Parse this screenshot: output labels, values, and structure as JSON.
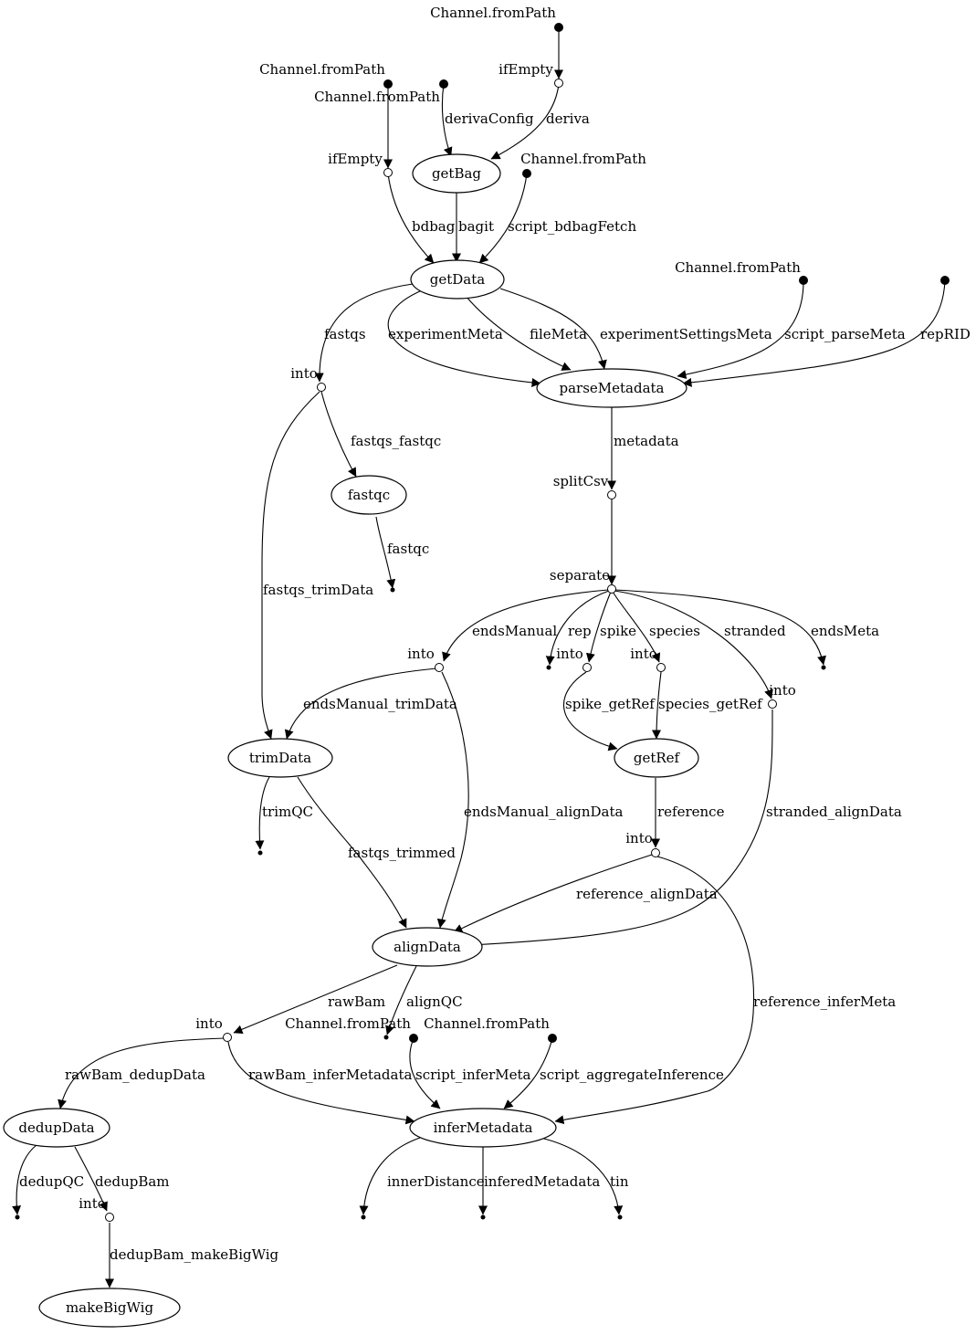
{
  "processes": {
    "getBag": "getBag",
    "getData": "getData",
    "parseMetadata": "parseMetadata",
    "fastqc": "fastqc",
    "trimData": "trimData",
    "getRef": "getRef",
    "alignData": "alignData",
    "dedupData": "dedupData",
    "inferMetadata": "inferMetadata",
    "makeBigWig": "makeBigWig"
  },
  "sources": {
    "cfp_top": "Channel.fromPath",
    "cfp_left": "Channel.fromPath",
    "cfp_left_b": "Channel.fromPath",
    "cfp_bdbag": "Channel.fromPath",
    "cfp_parse": "Channel.fromPath",
    "cfp_infer": "Channel.fromPath",
    "cfp_aggregate": "Channel.fromPath"
  },
  "operators": {
    "ifEmpty_deriva": "ifEmpty",
    "ifEmpty_bdbag": "ifEmpty",
    "into_fastqs": "into",
    "splitCsv": "splitCsv",
    "separate": "separate",
    "into_endsManual": "into",
    "into_spike": "into",
    "into_species": "into",
    "into_stranded": "into",
    "into_reference": "into",
    "into_rawBam": "into",
    "into_dedupBam": "into"
  },
  "edges": {
    "deriva": "deriva",
    "derivaConfig": "derivaConfig",
    "bdbag": "bdbag",
    "bagit": "bagit",
    "script_bdbagFetch": "script_bdbagFetch",
    "fastqs": "fastqs",
    "experimentMeta": "experimentMeta",
    "fileMeta": "fileMeta",
    "experimentSettingsMeta": "experimentSettingsMeta",
    "script_parseMeta": "script_parseMeta",
    "repRID": "repRID",
    "fastqs_fastqc": "fastqs_fastqc",
    "fastqc_out": "fastqc",
    "metadata": "metadata",
    "fastqs_trimData": "fastqs_trimData",
    "endsManual": "endsManual",
    "rep": "rep",
    "spike": "spike",
    "species": "species",
    "stranded": "stranded",
    "endsMeta": "endsMeta",
    "endsManual_trimData": "endsManual_trimData",
    "spike_getRef": "spike_getRef",
    "species_getRef": "species_getRef",
    "trimQC": "trimQC",
    "endsManual_alignData": "endsManual_alignData",
    "reference": "reference",
    "stranded_alignData": "stranded_alignData",
    "fastqs_trimmed": "fastqs_trimmed",
    "reference_alignData": "reference_alignData",
    "rawBam": "rawBam",
    "alignQC": "alignQC",
    "reference_inferMeta": "reference_inferMeta",
    "rawBam_dedupData": "rawBam_dedupData",
    "rawBam_inferMetadata": "rawBam_inferMetadata",
    "script_inferMeta": "script_inferMeta",
    "script_aggregateInference": "script_aggregateInference",
    "dedupQC": "dedupQC",
    "dedupBam": "dedupBam",
    "innerDistance": "innerDistance",
    "inferedMetadata": "inferedMetadata",
    "tin": "tin",
    "dedupBam_makeBigWig": "dedupBam_makeBigWig"
  }
}
